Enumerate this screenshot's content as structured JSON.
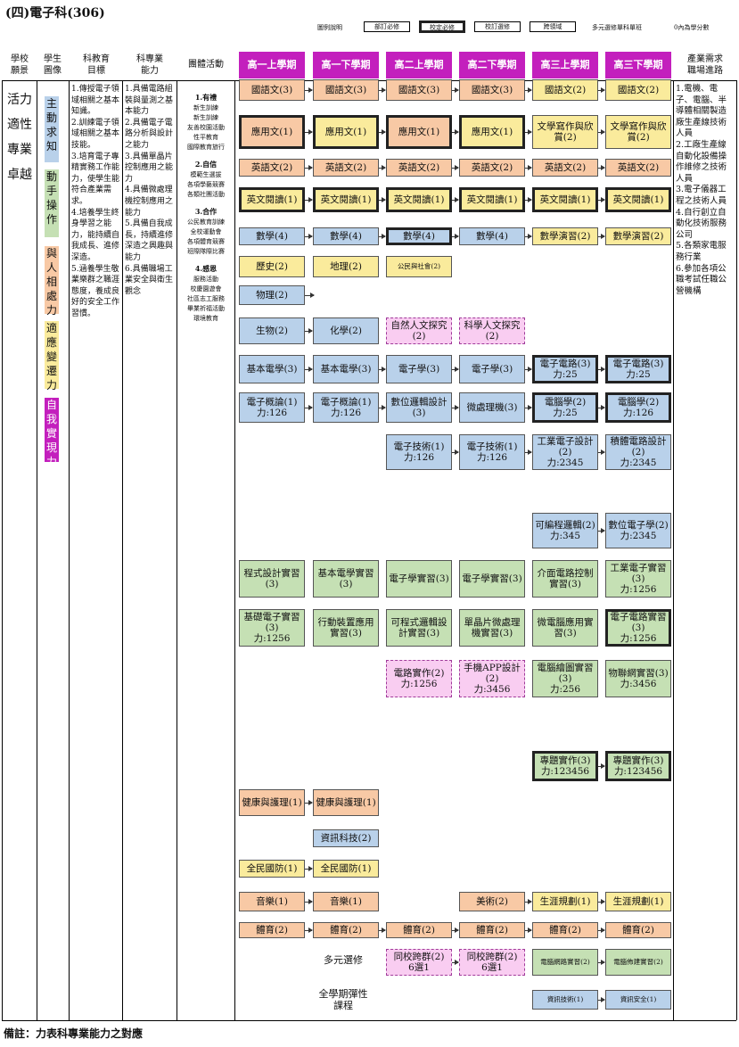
{
  "title": "(四)電子科(306)",
  "legend": {
    "label": "圖例說明",
    "items": [
      "部訂必修",
      "校定必修",
      "校訂選修",
      "跨領域"
    ],
    "note1": "多元選修單科單班",
    "note2": "0內為學分數"
  },
  "headers": {
    "school": "學校\n願景",
    "student": "學生\n圖像",
    "edu": "科教育\n目標",
    "ability": "科專業\n能力",
    "group": "團體活動",
    "career": "產業需求\n職場進路"
  },
  "terms": [
    "高一上學期",
    "高一下學期",
    "高二上學期",
    "高二下學期",
    "高三上學期",
    "高三下學期"
  ],
  "vision": [
    "活力",
    "適性",
    "專業",
    "卓越"
  ],
  "images": [
    "主動求知",
    "動手操作",
    "與人相處力",
    "適應變遷力",
    "自我實現力"
  ],
  "edu_goals": "1.傳授電子領域相關之基本知識。\n2.訓練電子領域相關之基本技能。\n3.培育電子專精實務工作能力，使學生能符合產業需求。\n4.培養學生終身學習之能力，能持續自我成長、進修深造。\n5.涵養學生敬業樂群之職涯態度，養成良好的安全工作習慣。",
  "abilities": "1.具備電路組裝與量測之基本能力\n2.具備電子電路分析與設計之能力\n3.具備單晶片控制應用之能力\n4.具備微處理機控制應用之能力\n5.具備自我成長，持續進修深造之興趣與能力\n6.具備職場工業安全與衛生觀念",
  "groups": [
    {
      "head": "1.有禮",
      "items": [
        "新生訓練",
        "新生訓練",
        "友善校園活動",
        "性平教育",
        "國際教育旅行"
      ]
    },
    {
      "head": "2.自信",
      "items": [
        "模範生選拔",
        "各項學藝競賽",
        "各類社團活動"
      ]
    },
    {
      "head": "3.合作",
      "items": [
        "公民教育訓練",
        "全校運動會",
        "各項體育競賽",
        "班際隊際比賽"
      ]
    },
    {
      "head": "4.感恩",
      "items": [
        "服務活動",
        "校慶園遊會",
        "社區志工服務",
        "畢業祈福活動",
        "環境教育"
      ]
    }
  ],
  "career": "1.電機、電子、電腦、半導體相關製造廠生產線技術人員\n2.工廠生產線自動化設備操作維修之技術人員\n3.電子儀器工程之技術人員\n4.自行創立自動化技術服務公司\n5.各類家電服務行業\n6.參加各項公職考試任職公營機構",
  "courses": {
    "r1": [
      "國語文(3)",
      "國語文(3)",
      "國語文(3)",
      "國語文(3)",
      "國語文(2)",
      "國語文(2)"
    ],
    "r2": [
      "應用文(1)",
      "應用文(1)",
      "應用文(1)",
      "應用文(1)",
      "文學寫作與欣賞(2)",
      "文學寫作與欣賞(2)"
    ],
    "r3": [
      "英語文(2)",
      "英語文(2)",
      "英語文(2)",
      "英語文(2)",
      "英語文(2)",
      "英語文(2)"
    ],
    "r4": [
      "英文閱讀(1)",
      "英文閱讀(1)",
      "英文閱讀(1)",
      "英文閱讀(1)",
      "英文閱讀(1)",
      "英文閱讀(1)"
    ],
    "r5": [
      "數學(4)",
      "數學(4)",
      "數學(4)",
      "數學(4)",
      "數學演習(2)",
      "數學演習(2)"
    ],
    "r6": [
      "歷史(2)",
      "地理(2)",
      "公民與社會(2)"
    ],
    "r7": [
      "物理(2)"
    ],
    "r8": [
      "生物(2)",
      "化學(2)",
      "自然人文探究(2)",
      "科學人文探究(2)"
    ],
    "r9": [
      "基本電學(3)",
      "基本電學(3)",
      "電子學(3)",
      "電子學(3)",
      "電子電路(3)\n力:25",
      "電子電路(3)\n力:25"
    ],
    "r10": [
      "電子概論(1)\n力:126",
      "電子概論(1)\n力:126",
      "數位邏輯設計(3)",
      "微處理機(3)",
      "電腦學(2)\n力:25",
      "電腦學(2)\n力:126"
    ],
    "r11": [
      "電子技術(1)\n力:126",
      "電子技術(1)\n力:126",
      "工業電子設計(2)\n力:2345",
      "積體電路設計(2)\n力:2345"
    ],
    "r12": [
      "可編程邏輯(2)\n力:345",
      "數位電子學(2)\n力:2345"
    ],
    "r13": [
      "程式設計實習(3)",
      "基本電學實習(3)",
      "電子學實習(3)",
      "電子學實習(3)",
      "介面電路控制實習(3)",
      "工業電子實習(3)\n力:1256"
    ],
    "r14": [
      "基礎電子實習(3)\n力:1256",
      "行動裝置應用實習(3)",
      "可程式邏輯設計實習(3)",
      "單晶片微處理機實習(3)",
      "微電腦應用實習(3)",
      "電子電路實習(3)\n力:1256"
    ],
    "r15": [
      "電路實作(2)\n力:1256",
      "手機APP設計(2)\n力:3456",
      "電腦繪圖實習(3)\n力:256",
      "物聯網實習(3)\n力:3456"
    ],
    "r16": [
      "專題實作(3)\n力:123456",
      "專題實作(3)\n力:123456"
    ],
    "r17": [
      "健康與護理(1)",
      "健康與護理(1)"
    ],
    "r18": [
      "資訊科技(2)"
    ],
    "r19": [
      "全民國防(1)",
      "全民國防(1)"
    ],
    "r20": [
      "音樂(1)",
      "音樂(1)",
      "美術(2)",
      "生涯規劃(1)",
      "生涯規劃(1)"
    ],
    "r21": [
      "體育(2)",
      "體育(2)",
      "體育(2)",
      "體育(2)",
      "體育(2)",
      "體育(2)"
    ],
    "multi_label": "多元選修",
    "r22": [
      "同校跨群(2)\n6選1",
      "同校跨群(2)\n6選1",
      "電腦網路實習(2)",
      "電腦佈建實習(2)"
    ],
    "flex_label": "全學期彈性\n課程",
    "r23": [
      "資訊技術(1)",
      "資訊安全(1)"
    ]
  },
  "footnote": "備註：力表科專業能力之對應"
}
